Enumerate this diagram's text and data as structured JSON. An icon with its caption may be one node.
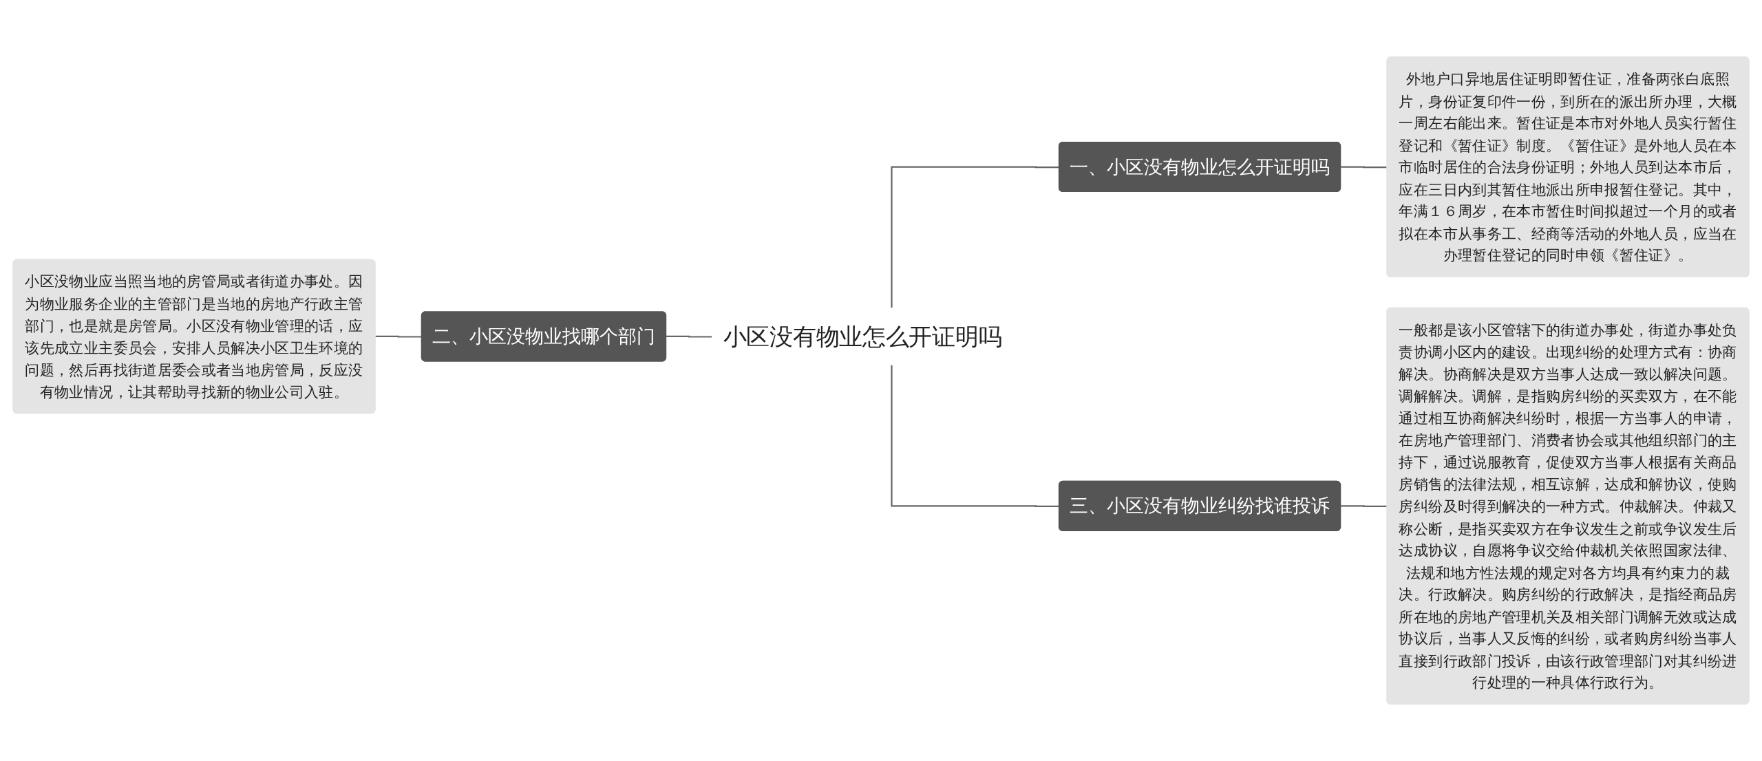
{
  "diagram": {
    "nodes": [
      {
        "text": [
          "小区没有物业怎么开证明吗"
        ]
      },
      {
        "text": [
          "一、小区没有物业怎么开证明吗"
        ]
      },
      {
        "text": [
          "外地户口异地居住证明即暂住证，准备两张白底照片，身份证复印件一份，到所在的派出所办理，大概一周左右能出来。暂住证是本市对外地人员实行暂住登记和《暂住证》制度。《暂住证》是外地人员在本市临时居住的合法身份证明；外地人员到达本市后，应在三日内到其暂住地派出所申报暂住登记。其中，年满１６周岁，在本市暂住时间拟超过一个月的或者拟在本市从事务工、经商等活动的外地人员，应当在办理暂住登记的同时申领《暂住证》。"
        ]
      },
      {
        "text": [
          "三、小区没有物业纠纷找谁投诉"
        ]
      },
      {
        "text": [
          "一般都是该小区管辖下的街道办事处，街道办事处负责协调小区内的建设。出现纠纷的处理方式有：协商解决。协商解决是双方当事人达成一致以解决问题。调解解决。调解，是指购房纠纷的买卖双方，在不能通过相互协商解决纠纷时，根据一方当事人的申请，在房地产管理部门、消费者协会或其他组织部门的主持下，通过说服教育，促使双方当事人根据有关商品房销售的法律法规，相互谅解，达成和解协议，使购房纠纷及时得到解决的一种方式。仲裁解决。仲裁又称公断，是指买卖双方在争议发生之前或争议发生后达成协议，自愿将争议交给仲裁机关依照国家法律、法规和地方性法规的规定对各方均具有约束力的裁决。行政解决。购房纠纷的行政解决，是指经商品房所在地的房地产管理机关及相关部门调解无效或达成协议后，当事人又反悔的纠纷，或者购房纠纷当事人直接到行政部门投诉，由该行政管理部门对其纠纷进行处理的一种具体行政行为。"
        ]
      },
      {
        "text": [
          "二、小区没物业找哪个部门"
        ]
      },
      {
        "text": [
          "小区没物业应当照当地的房管局或者街道办事处。因为物业服务企业的主管部门是当地的房地产行政主管部门，也是就是房管局。小区没有物业管理的话，应该先成立业主委员会，安排人员解决小区卫生环境的问题，然后再找街道居委会或者当地房管局，反应没有物业情况，让其帮助寻找新的物业公司入驻。"
        ]
      }
    ],
    "edges": [
      {
        "from": 0,
        "to": 1,
        "arrow": "none"
      },
      {
        "from": 1,
        "to": 2,
        "arrow": "none"
      },
      {
        "from": 0,
        "to": 3,
        "arrow": "none"
      },
      {
        "from": 3,
        "to": 4,
        "arrow": "none"
      },
      {
        "from": 0,
        "to": 5,
        "arrow": "none"
      },
      {
        "from": 5,
        "to": 6,
        "arrow": "none"
      }
    ]
  }
}
